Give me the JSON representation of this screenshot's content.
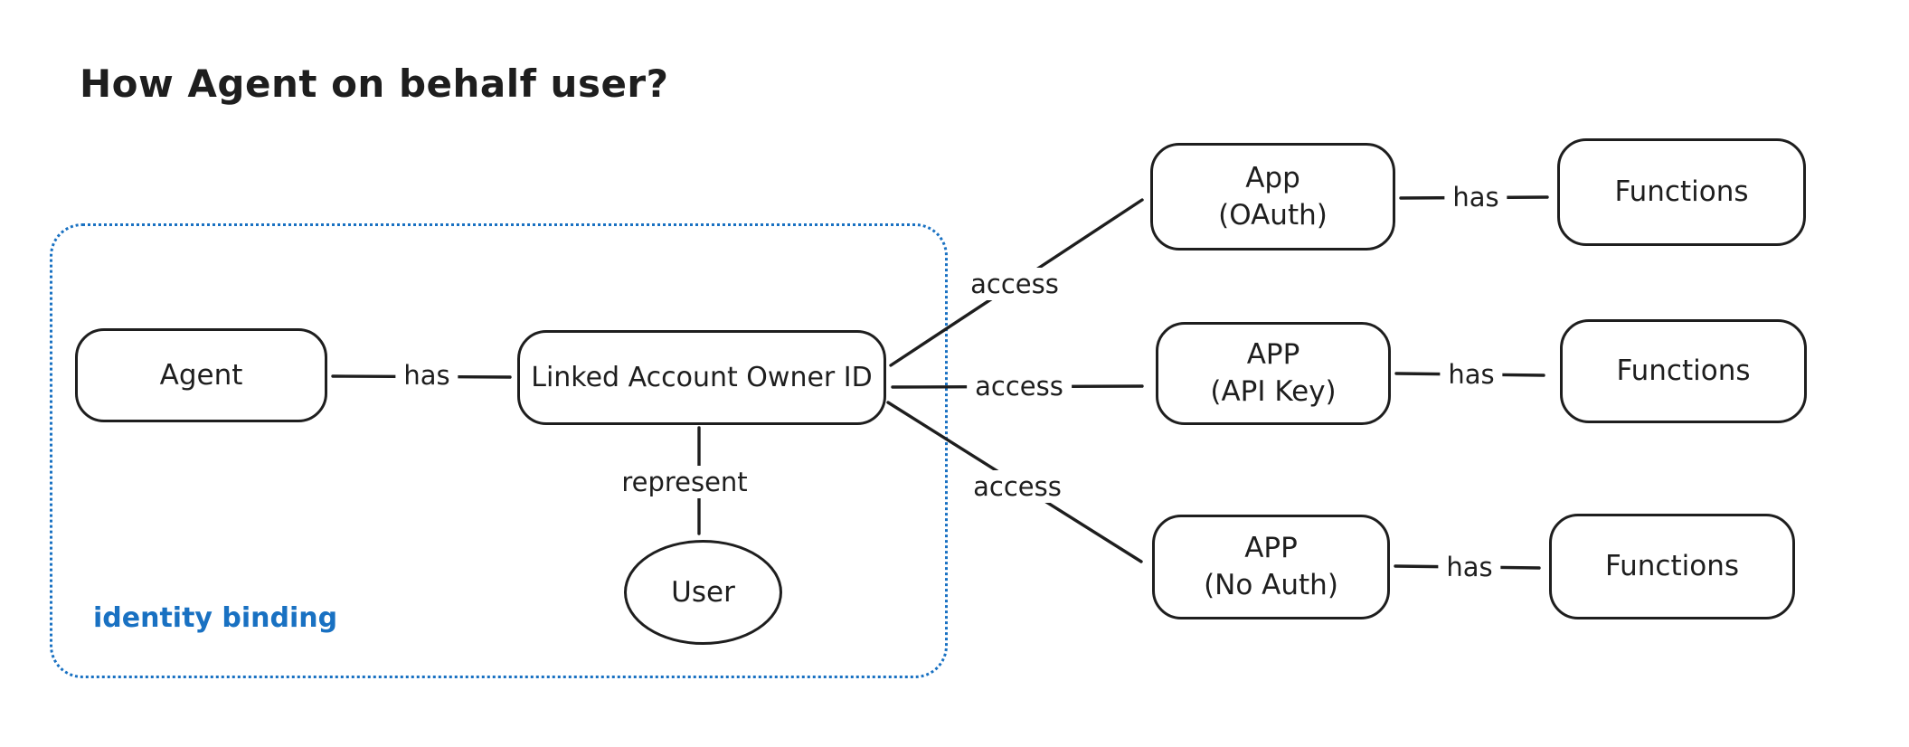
{
  "title": "How Agent on behalf user?",
  "colors": {
    "ink": "#1e1e1e",
    "group_blue": "#1971c2",
    "background": "#ffffff"
  },
  "group": {
    "label": "identity binding"
  },
  "nodes": [
    {
      "id": "agent",
      "label": "Agent",
      "shape": "rounded-rectangle"
    },
    {
      "id": "linked-account-owner-id",
      "label": "Linked Account Owner ID",
      "shape": "rounded-rectangle"
    },
    {
      "id": "user",
      "label": "User",
      "shape": "ellipse"
    },
    {
      "id": "app-oauth",
      "line1": "App",
      "line2": "(OAuth)",
      "shape": "rounded-rectangle"
    },
    {
      "id": "functions-oauth",
      "label": "Functions",
      "shape": "rounded-rectangle"
    },
    {
      "id": "app-api-key",
      "line1": "APP",
      "line2": "(API Key)",
      "shape": "rounded-rectangle"
    },
    {
      "id": "functions-api-key",
      "label": "Functions",
      "shape": "rounded-rectangle"
    },
    {
      "id": "app-no-auth",
      "line1": "APP",
      "line2": "(No Auth)",
      "shape": "rounded-rectangle"
    },
    {
      "id": "functions-no-auth",
      "label": "Functions",
      "shape": "rounded-rectangle"
    }
  ],
  "edges": [
    {
      "from": "agent",
      "to": "linked-account-owner-id",
      "label": "has"
    },
    {
      "from": "linked-account-owner-id",
      "to": "user",
      "label": "represent"
    },
    {
      "from": "linked-account-owner-id",
      "to": "app-oauth",
      "label": "access"
    },
    {
      "from": "linked-account-owner-id",
      "to": "app-api-key",
      "label": "access"
    },
    {
      "from": "linked-account-owner-id",
      "to": "app-no-auth",
      "label": "access"
    },
    {
      "from": "app-oauth",
      "to": "functions-oauth",
      "label": "has"
    },
    {
      "from": "app-api-key",
      "to": "functions-api-key",
      "label": "has"
    },
    {
      "from": "app-no-auth",
      "to": "functions-no-auth",
      "label": "has"
    }
  ]
}
